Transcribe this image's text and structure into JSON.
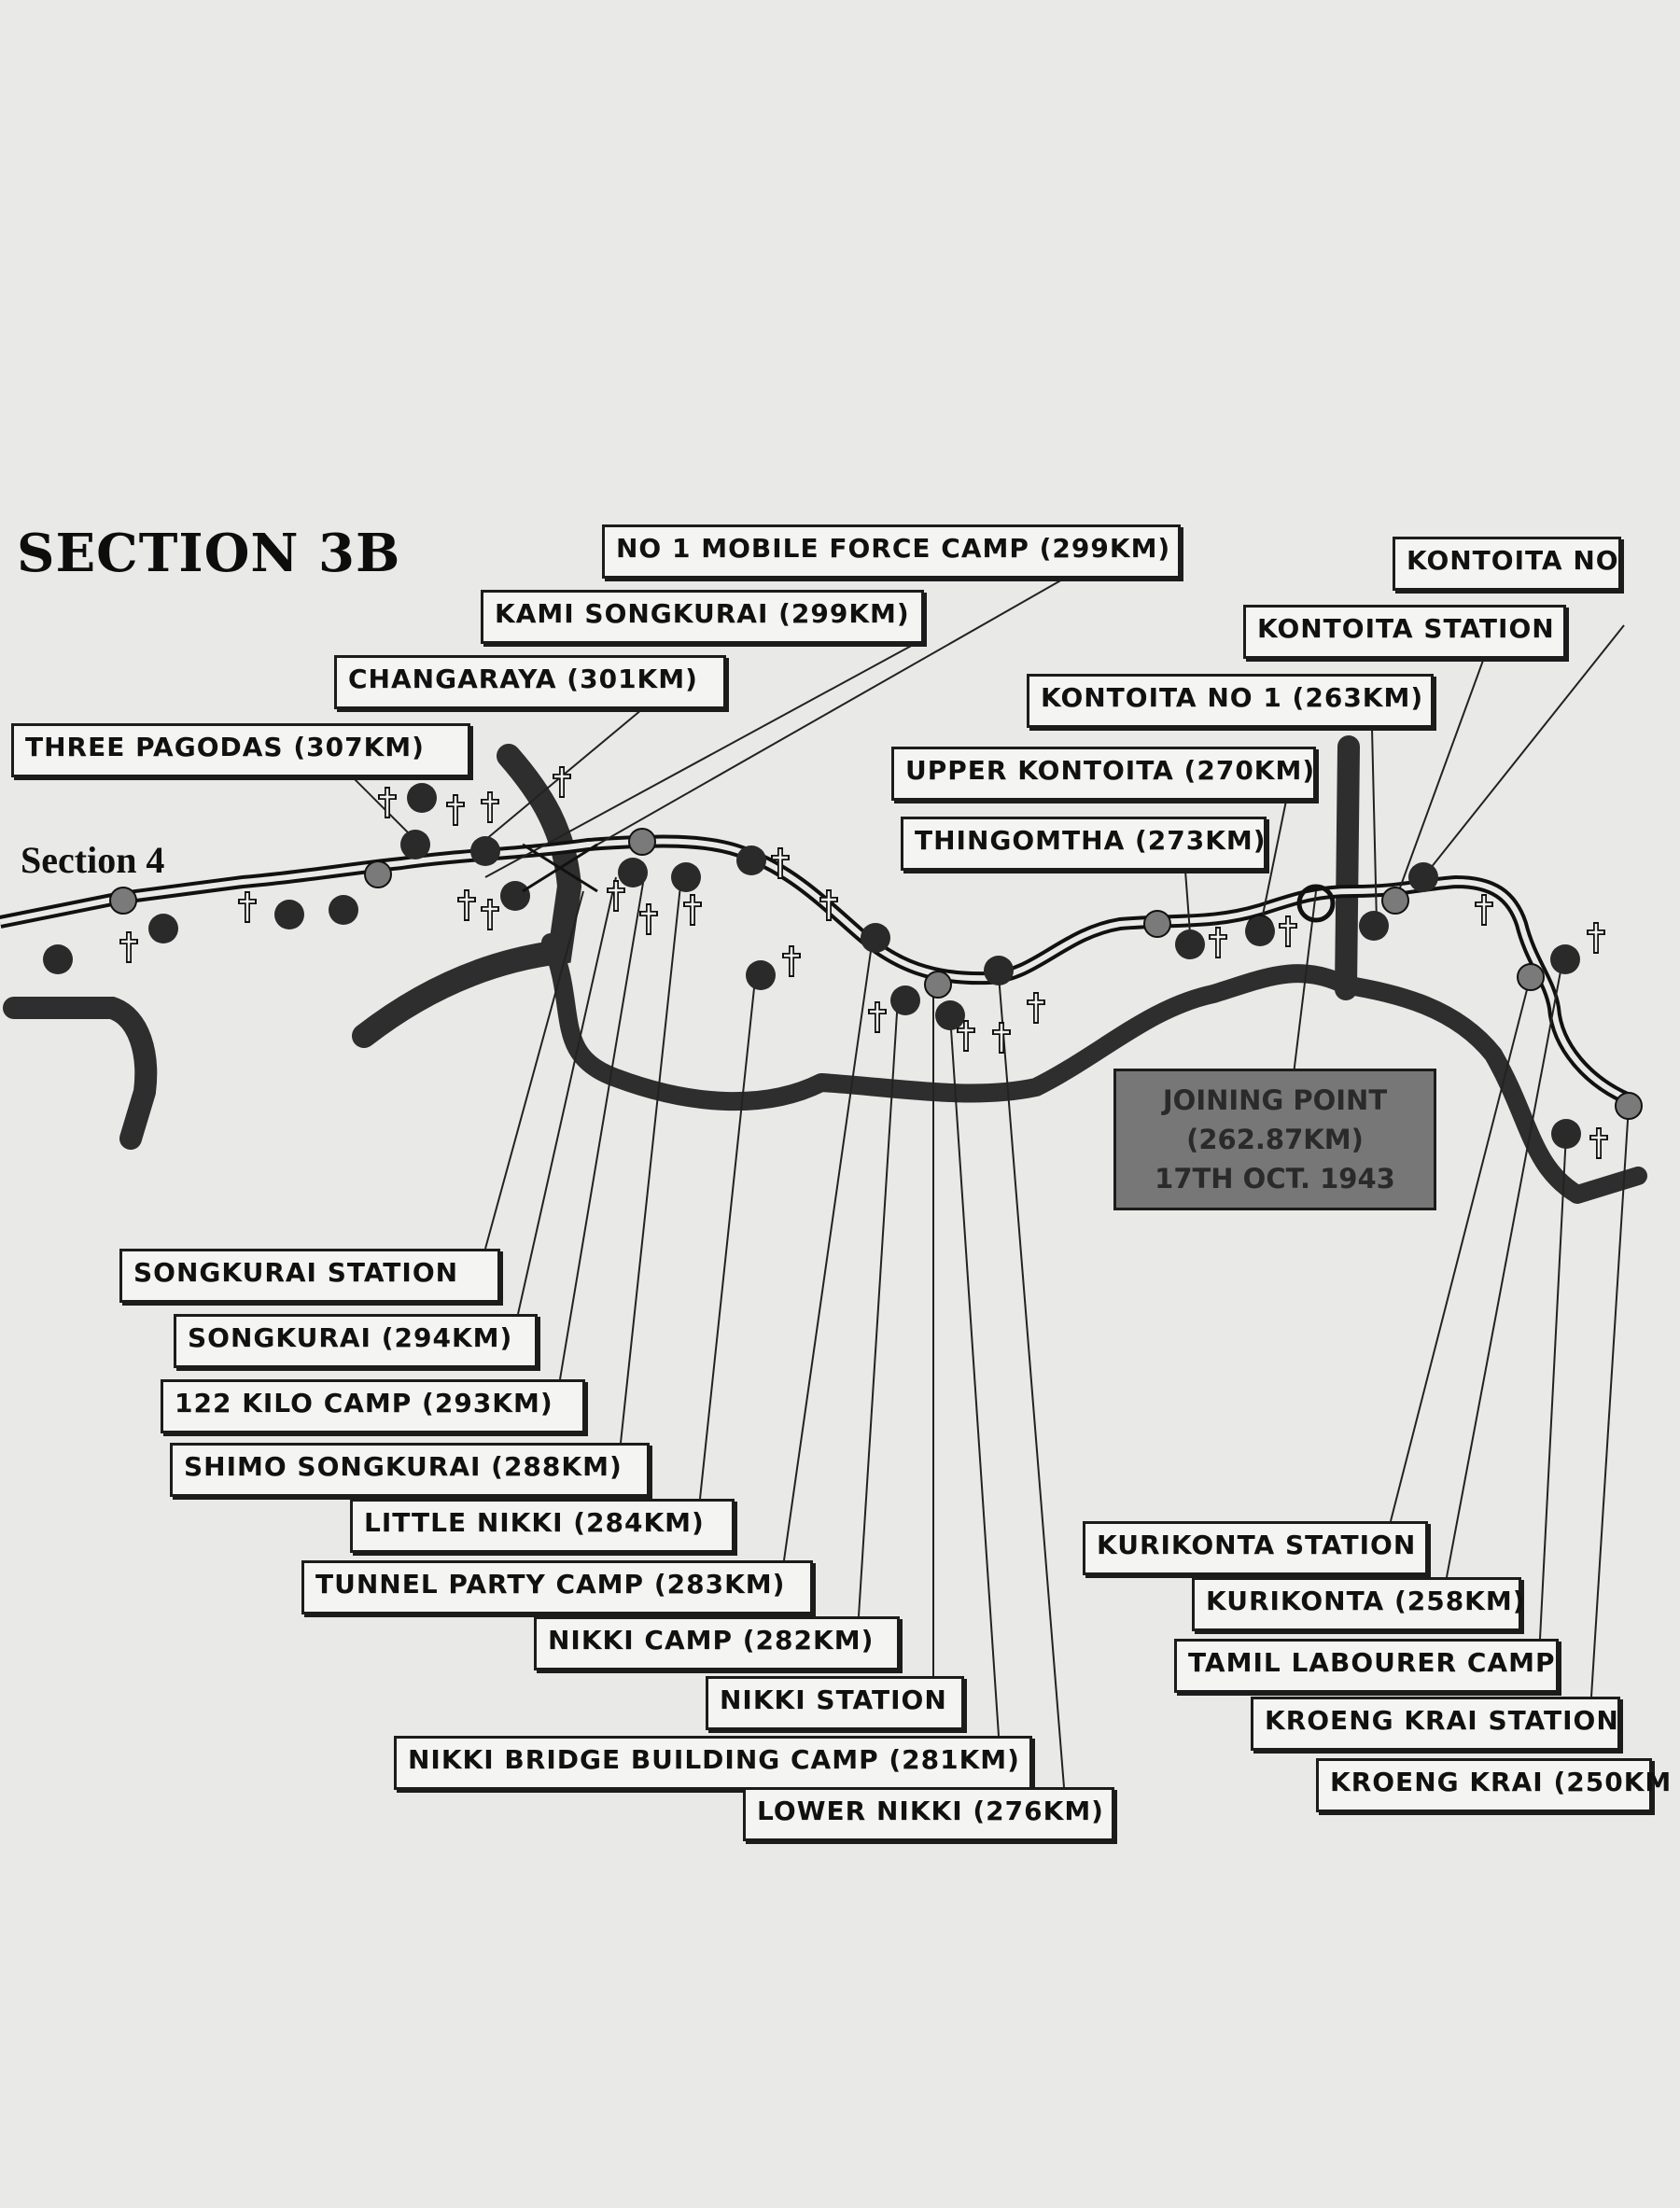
{
  "title": "SECTION 3B",
  "section_label": "Section 4",
  "joining_point": {
    "line1": "JOINING POINT",
    "line2": "(262.87KM)",
    "line3": "17TH OCT. 1943"
  },
  "labels": {
    "no1_mobile": "NO 1 MOBILE FORCE CAMP (299KM)",
    "kami_songkurai": "KAMI SONGKURAI (299KM)",
    "changaraya": "CHANGARAYA (301KM)",
    "three_pagodas": "THREE PAGODAS (307KM)",
    "kontoita_no": "KONTOITA NO",
    "kontoita_station": "KONTOITA STATION",
    "kontoita_no1": "KONTOITA NO 1 (263KM)",
    "upper_kontoita": "UPPER KONTOITA (270KM)",
    "thingomtha": "THINGOMTHA (273KM)",
    "songkurai_station": "SONGKURAI STATION",
    "songkurai": "SONGKURAI (294KM)",
    "kilo122": "122 KILO CAMP (293KM)",
    "shimo_songkurai": "SHIMO SONGKURAI (288KM)",
    "little_nikki": "LITTLE NIKKI (284KM)",
    "tunnel_party": "TUNNEL PARTY CAMP (283KM)",
    "nikki_camp": "NIKKI  CAMP (282KM)",
    "nikki_station": "NIKKI STATION",
    "nikki_bridge": "NIKKI BRIDGE BUILDING CAMP (281KM)",
    "lower_nikki": "LOWER NIKKI (276KM)",
    "kurikonta_station": "KURIKONTA STATION",
    "kurikonta": "KURIKONTA (258KM)",
    "tamil": "TAMIL LABOURER CAMP",
    "kroeng_krai_station": "KROENG KRAI STATION",
    "kroeng_krai": "KROENG KRAI (250KM"
  },
  "colors": {
    "paper": "#e9e9e7",
    "ink": "#111111",
    "river": "#2e2e2e",
    "station_marker": "#7a7a7a",
    "camp_marker": "#2a2a2a",
    "joining_box": "#777777"
  }
}
